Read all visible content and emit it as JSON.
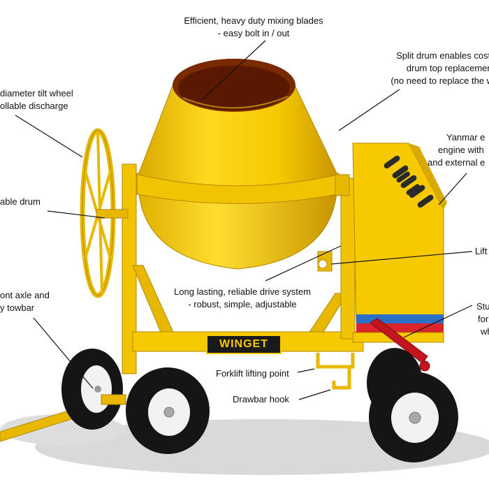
{
  "brand": {
    "name": "WINGET"
  },
  "colors": {
    "yellow": "#f6c900",
    "yellow_dark": "#c99e00",
    "yellow_light": "#ffe04a",
    "tyre": "#151515",
    "rim": "#f2f2f2",
    "stripe_blue": "#2d6fc4",
    "stripe_red": "#d8242a",
    "lever_red": "#c4141c",
    "text": "#111111"
  },
  "callouts": {
    "blades": {
      "line1": "Efficient, heavy duty mixing blades",
      "line2": "- easy bolt in / out"
    },
    "split": {
      "line1": "Split drum enables cost effi",
      "line2": "drum top replacement",
      "line3": "(no need to replace the whole"
    },
    "wheel": {
      "line1": "diameter tilt wheel",
      "line2": "ollable discharge"
    },
    "engine": {
      "line1": "Yanmar e",
      "line2": "engine with",
      "line3": "and external e"
    },
    "drum": {
      "line1": "able drum"
    },
    "lift": {
      "line1": "Lift"
    },
    "drive": {
      "line1": "Long lasting, reliable drive system",
      "line2": "- robust, simple, adjustable"
    },
    "axle": {
      "line1": "ont axle and",
      "line2": "y towbar"
    },
    "stand": {
      "line1": "Stu",
      "line2": "for",
      "line3": "wh"
    },
    "forklift": {
      "line1": "Forklift lifting point"
    },
    "drawbar": {
      "line1": "Drawbar hook"
    }
  }
}
